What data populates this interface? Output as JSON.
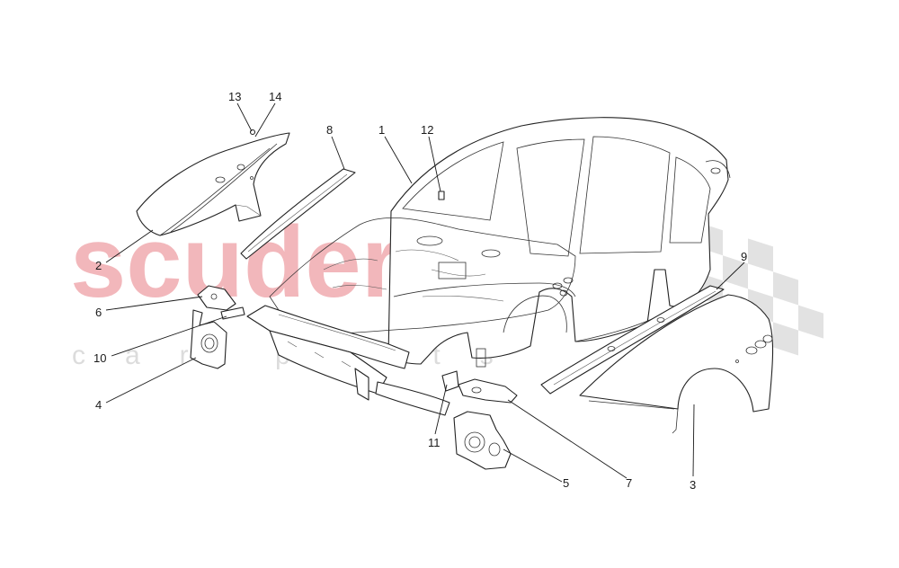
{
  "watermark": {
    "brand": "scuderia",
    "tagline": "car parts",
    "brand_color": "#f2b7bb",
    "flag_color": "#d9d9d9"
  },
  "callouts": [
    {
      "id": "1",
      "label": "1"
    },
    {
      "id": "2",
      "label": "2"
    },
    {
      "id": "3",
      "label": "3"
    },
    {
      "id": "4",
      "label": "4"
    },
    {
      "id": "5",
      "label": "5"
    },
    {
      "id": "6",
      "label": "6"
    },
    {
      "id": "7",
      "label": "7"
    },
    {
      "id": "8",
      "label": "8"
    },
    {
      "id": "9",
      "label": "9"
    },
    {
      "id": "10",
      "label": "10"
    },
    {
      "id": "11",
      "label": "11"
    },
    {
      "id": "12",
      "label": "12"
    },
    {
      "id": "13",
      "label": "13"
    },
    {
      "id": "14",
      "label": "14"
    }
  ]
}
